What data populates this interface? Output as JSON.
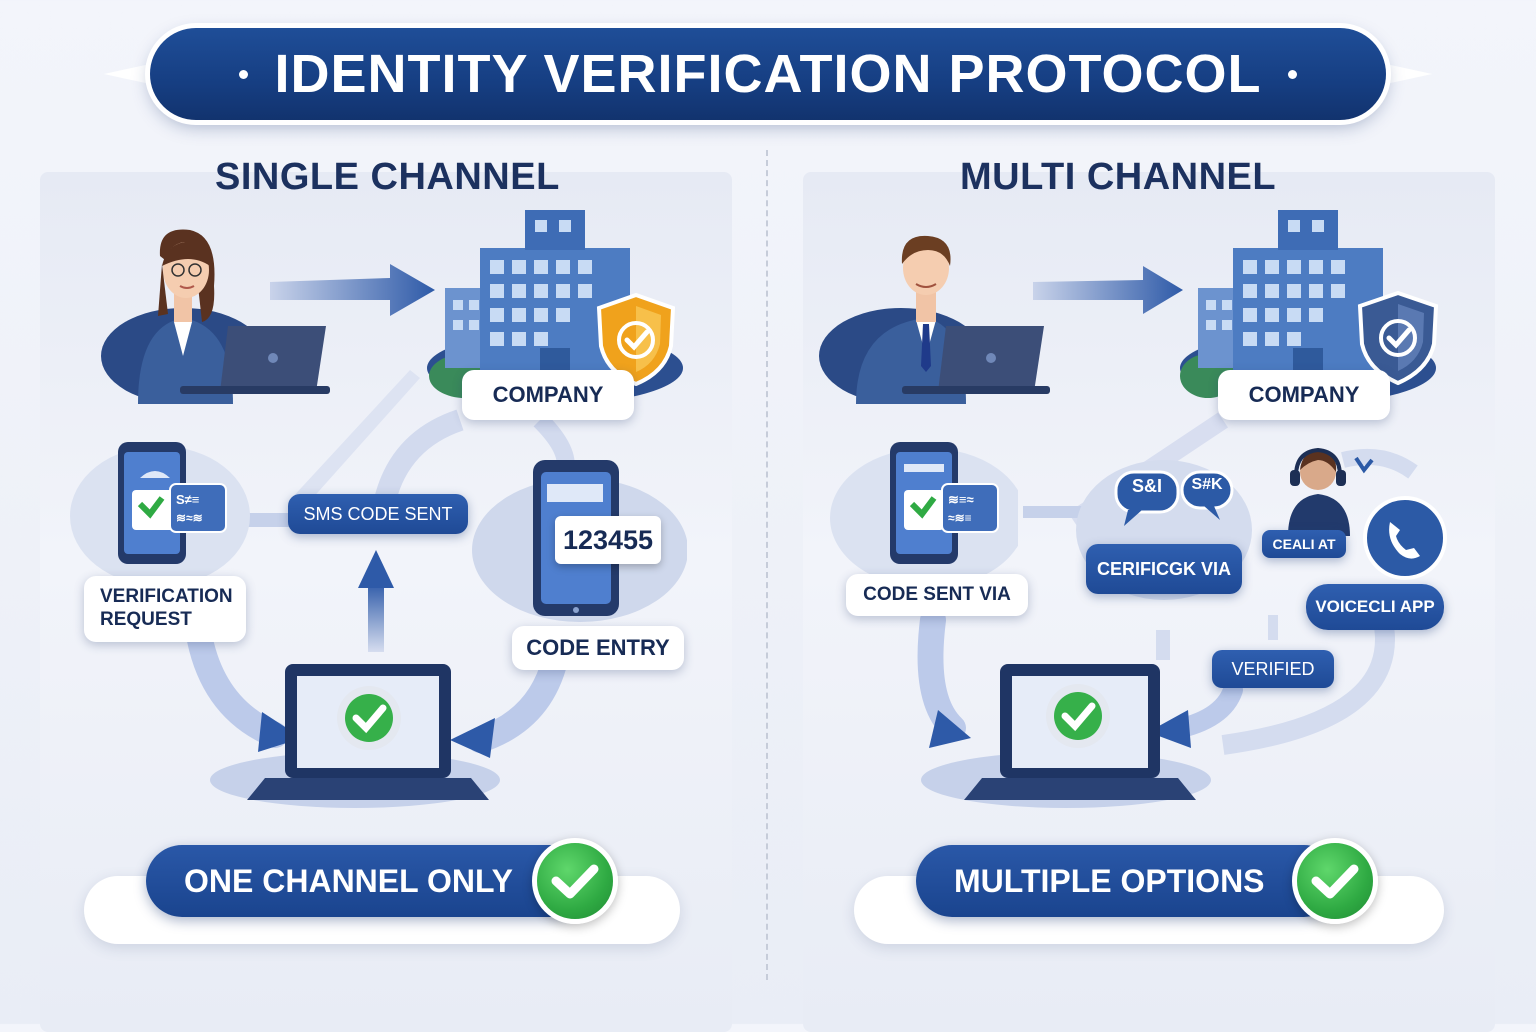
{
  "title": "IDENTITY VERIFICATION PROTOCOL",
  "colors": {
    "navy": "#1a448e",
    "dark_text": "#1c315f",
    "accent_green": "#2faa43",
    "shield_orange": "#f0a21c",
    "shield_blue": "#3a5a94"
  },
  "single_channel": {
    "heading": "SINGLE CHANNEL",
    "company_label": "COMPANY",
    "sms_label": "SMS CODE SENT",
    "verification_label_line1": "VERIFICATION",
    "verification_label_line2": "REQUEST",
    "code_value": "123455",
    "code_entry_label": "CODE ENTRY",
    "bottom_label": "ONE CHANNEL ONLY"
  },
  "multi_channel": {
    "heading": "MULTI CHANNEL",
    "company_label": "COMPANY",
    "code_sent_label": "CODE SENT VIA",
    "bubble_1": "S&I",
    "bubble_2": "S#K",
    "certified_label": "CERIFICGK VIA",
    "agent_label": "CEALI AT",
    "voice_label": "VOICECLI APP",
    "verified_label": "VERIFIED",
    "bottom_label": "MULTIPLE OPTIONS"
  }
}
